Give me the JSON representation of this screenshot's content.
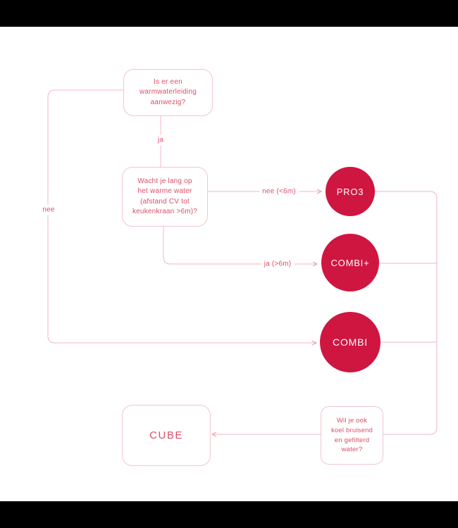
{
  "diagram": {
    "type": "decision-flowchart",
    "language": "nl",
    "questions": {
      "q1": {
        "text": "Is er een warmwaterleiding aanwezig?",
        "lines": [
          "Is er een",
          "warmwaterleiding",
          "aanwezig?"
        ]
      },
      "q2": {
        "text": "Wacht je lang op het warme water (afstand CV tot keukenkraan >6m)?",
        "lines": [
          "Wacht je lang op",
          "het warme water",
          "(afstand CV tot",
          "keukenkraan >6m)?"
        ]
      },
      "q3": {
        "text": "Wil je ook koel bruisend en gefilterd water?",
        "lines": [
          "Wil je ook",
          "koel bruisend",
          "en gefilterd",
          "water?"
        ]
      }
    },
    "edge_labels": {
      "ja": "ja",
      "nee": "nee",
      "nee_6m": "nee (<6m)",
      "ja_6m": "ja (>6m)"
    },
    "products": {
      "pro3": "PRO3",
      "combi_plus": "COMBI+",
      "combi": "COMBI",
      "cube": "CUBE"
    },
    "colors": {
      "circle_fill": "#cf1640",
      "text": "#dc4f67",
      "line": "#f0b7c3",
      "box_border": "#f3c6ce",
      "bars": "#000000",
      "background": "#ffffff"
    }
  }
}
